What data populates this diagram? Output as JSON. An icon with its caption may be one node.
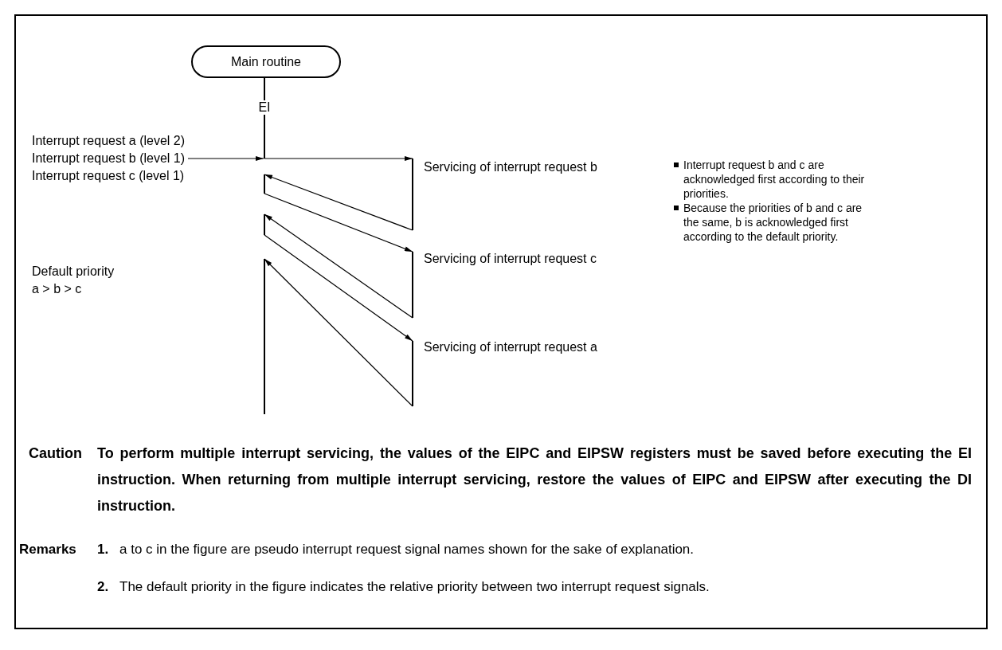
{
  "diagram": {
    "nodes": [
      {
        "text": [
          "Main routine"
        ]
      },
      {
        "text": [
          "EI"
        ]
      },
      {
        "text": [
          "Interrupt request a (level 2)",
          "Interrupt request b (level 1)",
          "Interrupt request c (level 1)"
        ]
      },
      {
        "text": [],
        "shape": "bar",
        "beside": [
          "Servicing of interrupt request b"
        ]
      },
      {
        "text": [],
        "shape": "bar"
      },
      {
        "text": [],
        "shape": "bar",
        "beside": [
          "Servicing of interrupt request c"
        ]
      },
      {
        "text": [],
        "shape": "bar"
      },
      {
        "text": [],
        "shape": "bar",
        "beside": [
          "Servicing of interrupt request a"
        ]
      },
      {
        "text": [],
        "shape": "bar"
      }
    ],
    "edges": [
      {
        "from": 2,
        "to": 1,
        "arrow": "to"
      },
      {
        "from": 1,
        "to": 3,
        "arrow": "to"
      },
      {
        "from": 3,
        "to": 4,
        "arrow": "to"
      },
      {
        "from": 4,
        "to": 5,
        "arrow": "to"
      },
      {
        "from": 5,
        "to": 6,
        "arrow": "to"
      },
      {
        "from": 6,
        "to": 7,
        "arrow": "to"
      },
      {
        "from": 7,
        "to": 8,
        "arrow": "to"
      }
    ],
    "labels": [
      "Interrupt request b and c are acknowledged first according to their priorities.",
      "Because the priorities of b and c are the same, b is acknowledged first according to the default priority.",
      "Default priority a > b > c",
      "Caution",
      "To perform multiple interrupt servicing, the values of the EIPC and EIPSW registers must be saved before executing the EI instruction.  When returning from multiple interrupt servicing, restore the values of EIPC and EIPSW after executing the DI instruction.",
      "Remarks",
      "1.",
      "a to c in the figure are pseudo interrupt request signal names shown for the sake of explanation.",
      "2.",
      "The default priority in the figure indicates the relative priority between two interrupt request signals."
    ]
  }
}
